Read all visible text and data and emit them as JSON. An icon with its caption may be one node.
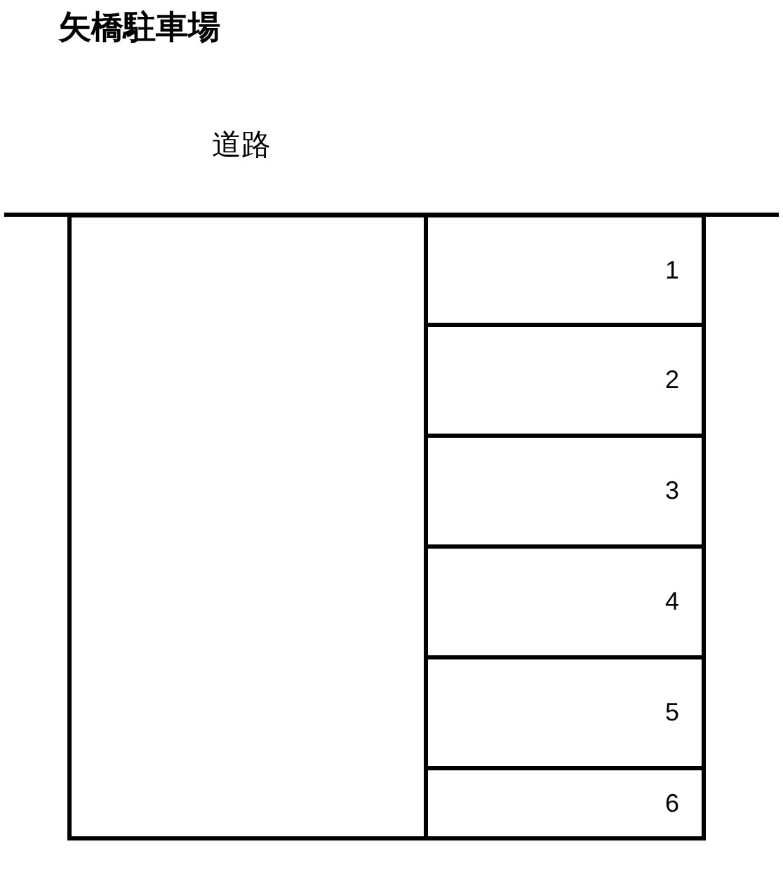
{
  "diagram": {
    "title": "矢橋駐車場",
    "nodes": [
      {
        "text": [],
        "shape": "box"
      },
      {
        "text": [
          "1"
        ]
      },
      {
        "text": [
          "2"
        ]
      },
      {
        "text": [
          "3"
        ]
      },
      {
        "text": [
          "4"
        ]
      },
      {
        "text": [
          "5"
        ]
      },
      {
        "text": [
          "6"
        ]
      }
    ],
    "labels": [
      "道路"
    ]
  }
}
